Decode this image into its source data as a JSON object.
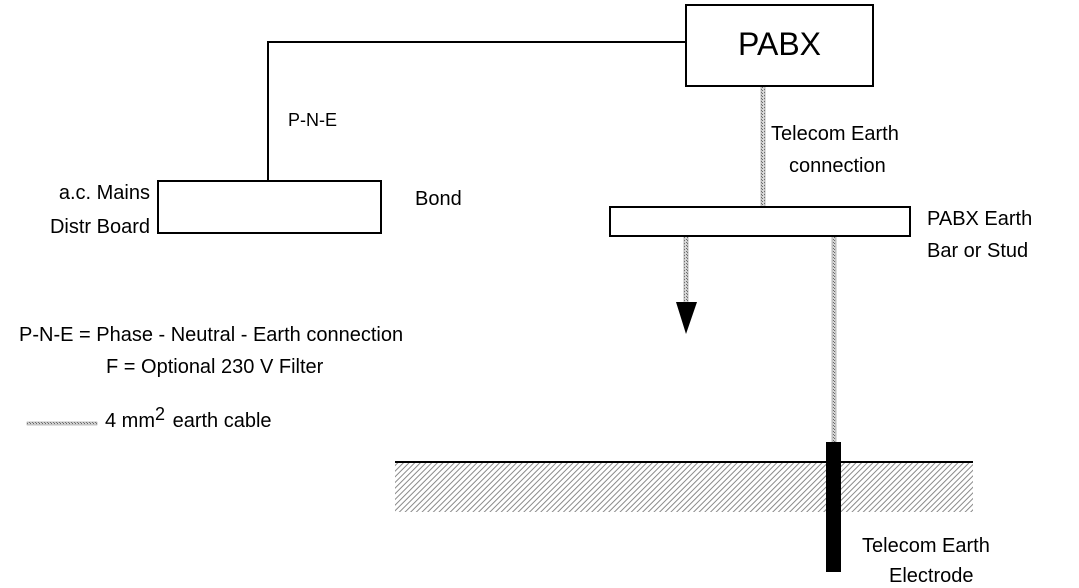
{
  "pabx": {
    "label": "PABX"
  },
  "mains_board": {
    "line1": "a.c. Mains",
    "line2": "Distr Board"
  },
  "earth_bar": {
    "line1": "PABX Earth",
    "line2": "Bar or Stud"
  },
  "labels": {
    "pne": "P-N-E",
    "bond": "Bond",
    "telecom_earth_connection_1": "Telecom Earth",
    "telecom_earth_connection_2": "connection",
    "electrode_1": "Telecom Earth",
    "electrode_2": "Electrode"
  },
  "legend": {
    "pne_def": "P-N-E = Phase - Neutral - Earth connection",
    "filter_def": "F = Optional 230 V Filter",
    "cable_prefix": "4 mm",
    "cable_sup": "2",
    "cable_suffix": "earth cable"
  }
}
